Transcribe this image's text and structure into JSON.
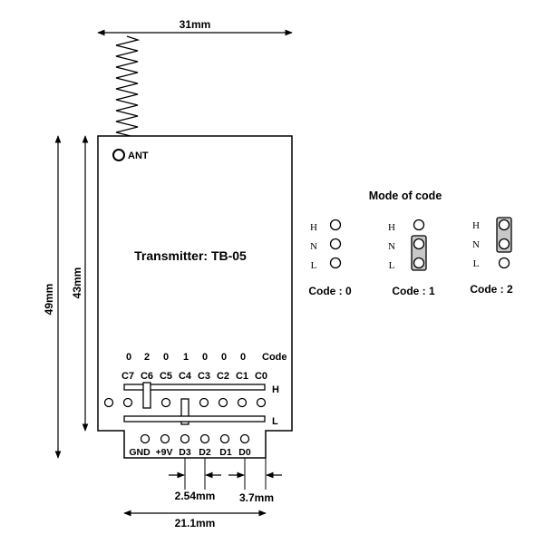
{
  "dimensions": {
    "top_width": "31mm",
    "total_height": "49mm",
    "board_height": "43mm",
    "pin_pitch": "2.54mm",
    "edge_offset": "3.7mm",
    "bottom_width": "21.1mm"
  },
  "board": {
    "antenna_label": "ANT",
    "title": "Transmitter: TB-05",
    "code_header": "Code",
    "code_values": [
      "0",
      "2",
      "0",
      "1",
      "0",
      "0",
      "0"
    ],
    "channel_labels": [
      "C7",
      "C6",
      "C5",
      "C4",
      "C3",
      "C2",
      "C1",
      "C0"
    ],
    "rail_high_label": "H",
    "rail_low_label": "L",
    "pin_labels": [
      "GND",
      "+9V",
      "D3",
      "D2",
      "D1",
      "D0"
    ]
  },
  "mode_of_code": {
    "title": "Mode of code",
    "row_labels": [
      "H",
      "N",
      "L"
    ],
    "modes": [
      {
        "label": "Code : 0"
      },
      {
        "label": "Code : 1"
      },
      {
        "label": "Code : 2"
      }
    ]
  }
}
